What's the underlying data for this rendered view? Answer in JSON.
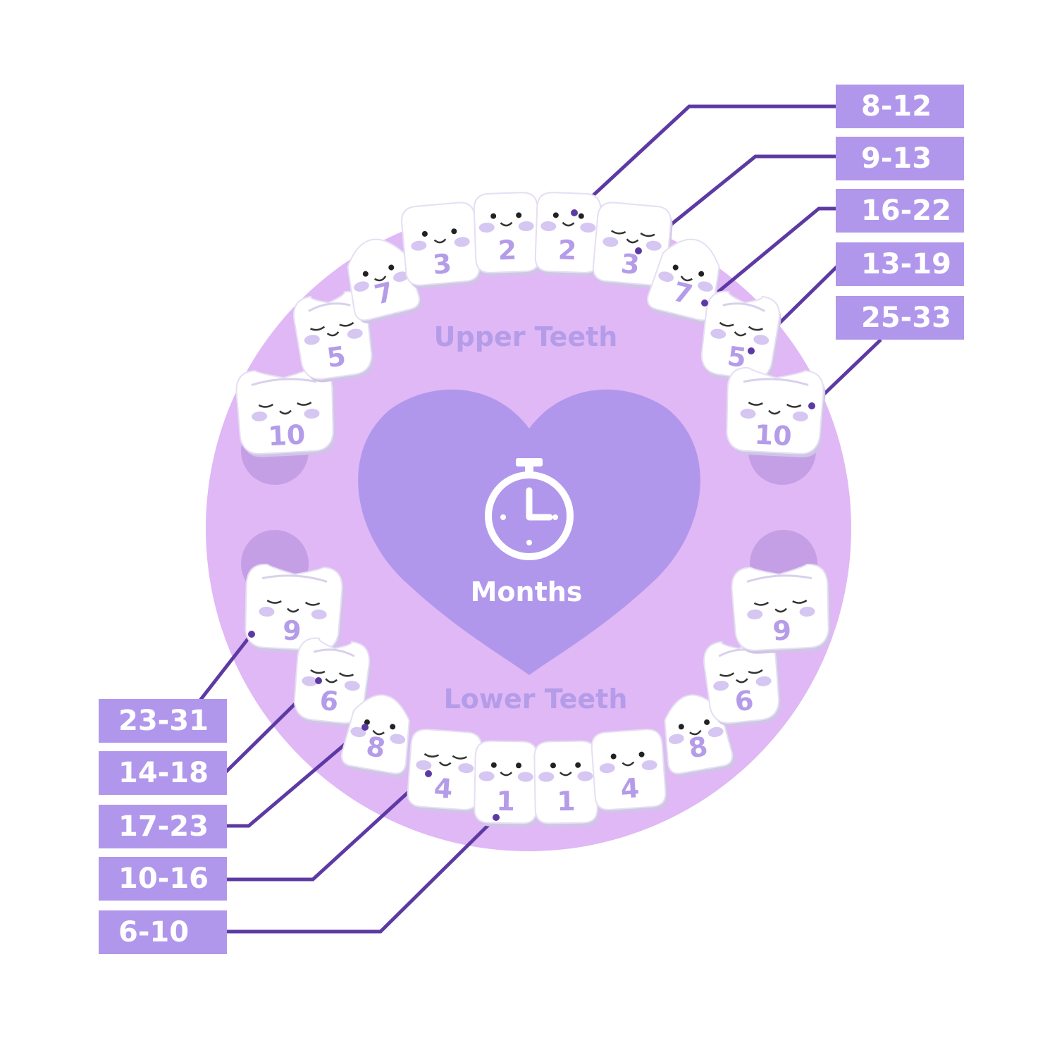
{
  "diagram": {
    "upper_title": "Upper Teeth",
    "lower_title": "Lower Teeth",
    "center_label": "Months",
    "center_icon": "stopwatch-icon",
    "colors": {
      "plate": "#dfb8f5",
      "heart": "#b197eb",
      "label_box": "#b197eb",
      "label_text": "#ffffff",
      "tooth": "#ffffff",
      "tooth_number": "#b49ce9",
      "leader_line": "#5d3aa3",
      "region_title": "#b49ce9"
    }
  },
  "upper_teeth": [
    {
      "id": "u-left-10",
      "number": "10"
    },
    {
      "id": "u-left-5",
      "number": "5"
    },
    {
      "id": "u-left-7",
      "number": "7"
    },
    {
      "id": "u-left-3",
      "number": "3"
    },
    {
      "id": "u-left-2",
      "number": "2"
    },
    {
      "id": "u-right-2",
      "number": "2"
    },
    {
      "id": "u-right-3",
      "number": "3"
    },
    {
      "id": "u-right-7",
      "number": "7"
    },
    {
      "id": "u-right-5",
      "number": "5"
    },
    {
      "id": "u-right-10",
      "number": "10"
    }
  ],
  "lower_teeth": [
    {
      "id": "l-left-9",
      "number": "9"
    },
    {
      "id": "l-left-6",
      "number": "6"
    },
    {
      "id": "l-left-8",
      "number": "8"
    },
    {
      "id": "l-left-4",
      "number": "4"
    },
    {
      "id": "l-left-1",
      "number": "1"
    },
    {
      "id": "l-right-1",
      "number": "1"
    },
    {
      "id": "l-right-4",
      "number": "4"
    },
    {
      "id": "l-right-8",
      "number": "8"
    },
    {
      "id": "l-right-6",
      "number": "6"
    },
    {
      "id": "l-right-9",
      "number": "9"
    }
  ],
  "labels_right": [
    "8-12",
    "9-13",
    "16-22",
    "13-19",
    "25-33"
  ],
  "labels_left": [
    "23-31",
    "14-18",
    "17-23",
    "10-16",
    "6-10"
  ]
}
